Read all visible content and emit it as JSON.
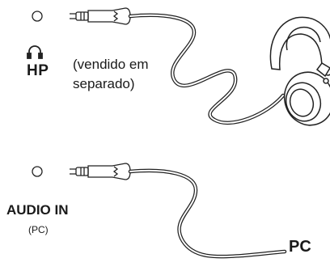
{
  "headphone_section": {
    "port_icon": "headphone-icon",
    "port_label": "HP",
    "note": "(vendido em separado)"
  },
  "audio_in_section": {
    "port_label": "AUDIO IN",
    "port_sublabel": "(PC)",
    "destination_label": "PC"
  }
}
